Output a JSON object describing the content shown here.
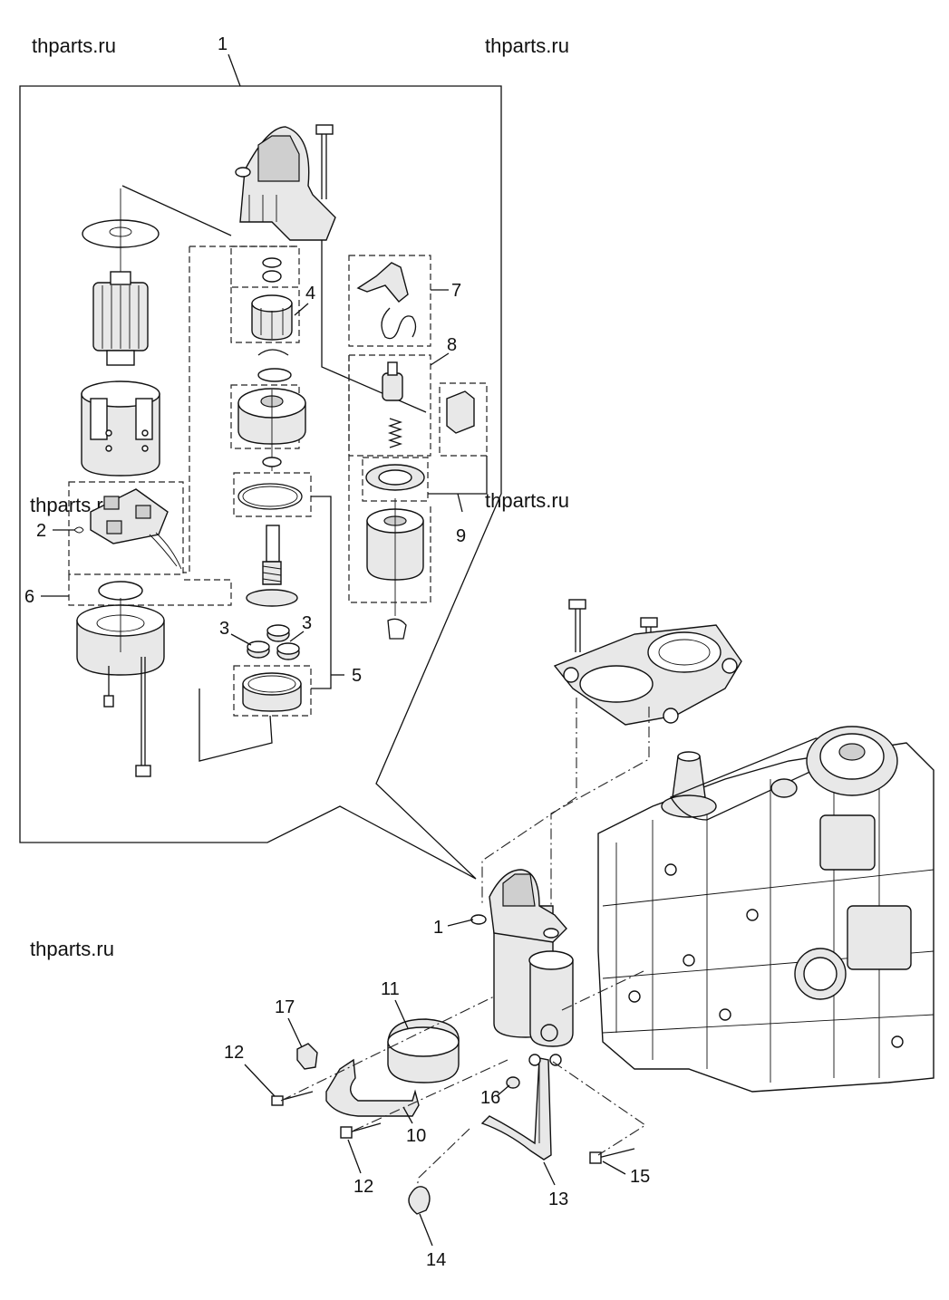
{
  "watermarks": [
    "thparts.ru",
    "thparts.ru",
    "thparts.ru",
    "thparts.ru",
    "thparts.ru"
  ],
  "callouts": {
    "c1_top": "1",
    "c1_assembly": "1",
    "c2": "2",
    "c3_left": "3",
    "c3_right": "3",
    "c4": "4",
    "c5": "5",
    "c6": "6",
    "c7": "7",
    "c8": "8",
    "c9": "9",
    "c10": "10",
    "c11": "11",
    "c12_upper": "12",
    "c12_lower": "12",
    "c13": "13",
    "c14": "14",
    "c15": "15",
    "c16": "16",
    "c17": "17"
  }
}
